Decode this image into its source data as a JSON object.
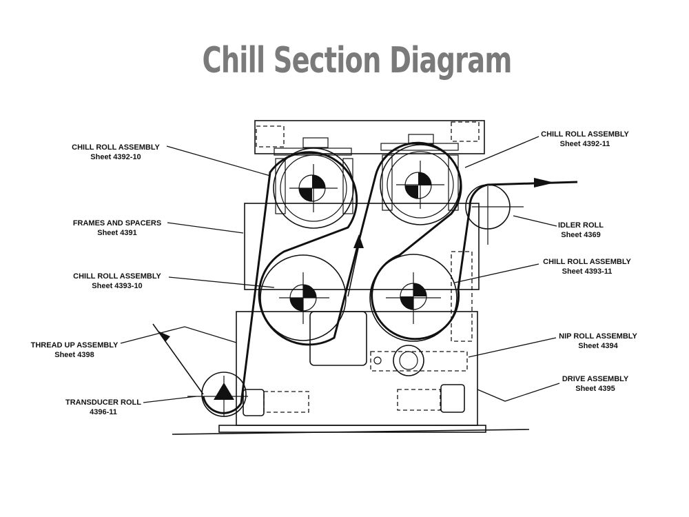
{
  "title": "Chill Section Diagram",
  "labels": {
    "chill_roll_assembly_1": {
      "name": "CHILL ROLL ASSEMBLY",
      "sheet": "Sheet 4392-10"
    },
    "frames_and_spacers": {
      "name": "FRAMES AND SPACERS",
      "sheet": "Sheet 4391"
    },
    "chill_roll_assembly_2": {
      "name": "CHILL ROLL ASSEMBLY",
      "sheet": "Sheet 4393-10"
    },
    "thread_up_assembly": {
      "name": "THREAD UP ASSEMBLY",
      "sheet": "Sheet 4398"
    },
    "transducer_roll": {
      "name": "TRANSDUCER ROLL",
      "sheet": "4396-11"
    },
    "chill_roll_assembly_3": {
      "name": "CHILL ROLL ASSEMBLY",
      "sheet": "Sheet 4392-11"
    },
    "idler_roll": {
      "name": "IDLER ROLL",
      "sheet": "Sheet 4369"
    },
    "chill_roll_assembly_4": {
      "name": "CHILL ROLL ASSEMBLY",
      "sheet": "Sheet 4393-11"
    },
    "nip_roll_assembly": {
      "name": "NIP ROLL ASSEMBLY",
      "sheet": "Sheet 4394"
    },
    "drive_assembly": {
      "name": "DRIVE ASSEMBLY",
      "sheet": "Sheet 4395"
    }
  }
}
